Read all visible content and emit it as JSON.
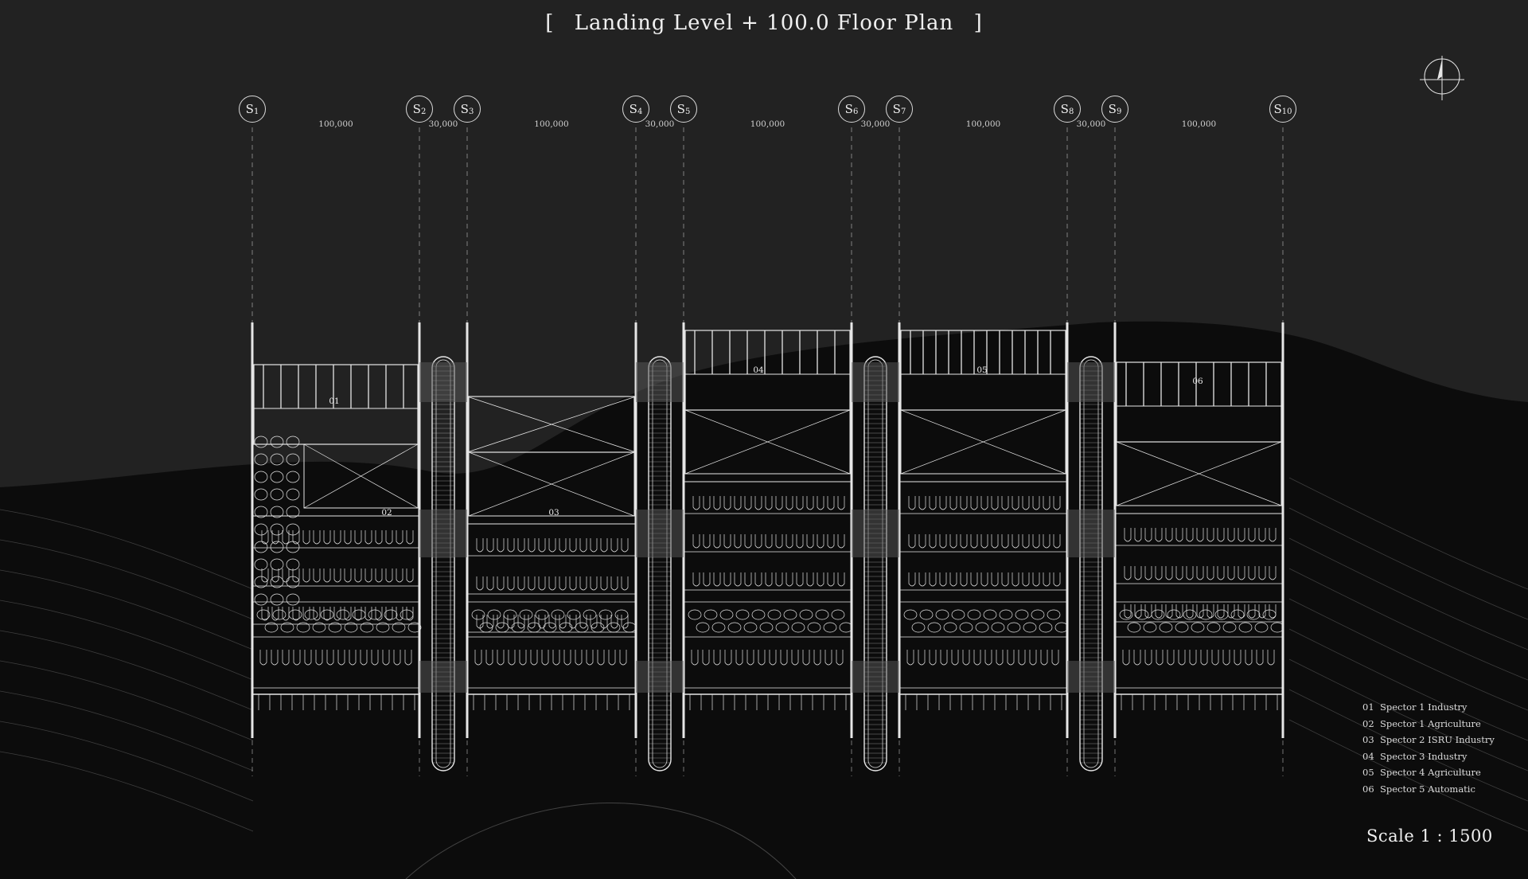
{
  "title": {
    "left_bracket": "[",
    "text": "Landing Level + 100.0 Floor Plan",
    "right_bracket": "]"
  },
  "grid_axes": [
    {
      "main": "S",
      "sub": "1"
    },
    {
      "main": "S",
      "sub": "2"
    },
    {
      "main": "S",
      "sub": "3"
    },
    {
      "main": "S",
      "sub": "4"
    },
    {
      "main": "S",
      "sub": "5"
    },
    {
      "main": "S",
      "sub": "6"
    },
    {
      "main": "S",
      "sub": "7"
    },
    {
      "main": "S",
      "sub": "8"
    },
    {
      "main": "S",
      "sub": "9"
    },
    {
      "main": "S",
      "sub": "10"
    }
  ],
  "dimensions": [
    "100,000",
    "30,000",
    "100,000",
    "30,000",
    "100,000",
    "30,000",
    "100,000",
    "30,000",
    "100,000"
  ],
  "rooms": [
    "01",
    "02",
    "03",
    "04",
    "05",
    "06"
  ],
  "legend": [
    {
      "num": "01",
      "label": "Spector 1 Industry"
    },
    {
      "num": "02",
      "label": "Spector 1 Agriculture"
    },
    {
      "num": "03",
      "label": "Spector 2 ISRU Industry"
    },
    {
      "num": "04",
      "label": "Spector 3 Industry"
    },
    {
      "num": "05",
      "label": "Spector 4 Agriculture"
    },
    {
      "num": "06",
      "label": "Spector 5 Automatic"
    }
  ],
  "scale": "Scale 1 : 1500",
  "colors": {
    "background": "#222222",
    "ground": "#0c0c0c",
    "line": "#e6e6e6"
  },
  "icons": [
    "north-arrow-icon"
  ]
}
